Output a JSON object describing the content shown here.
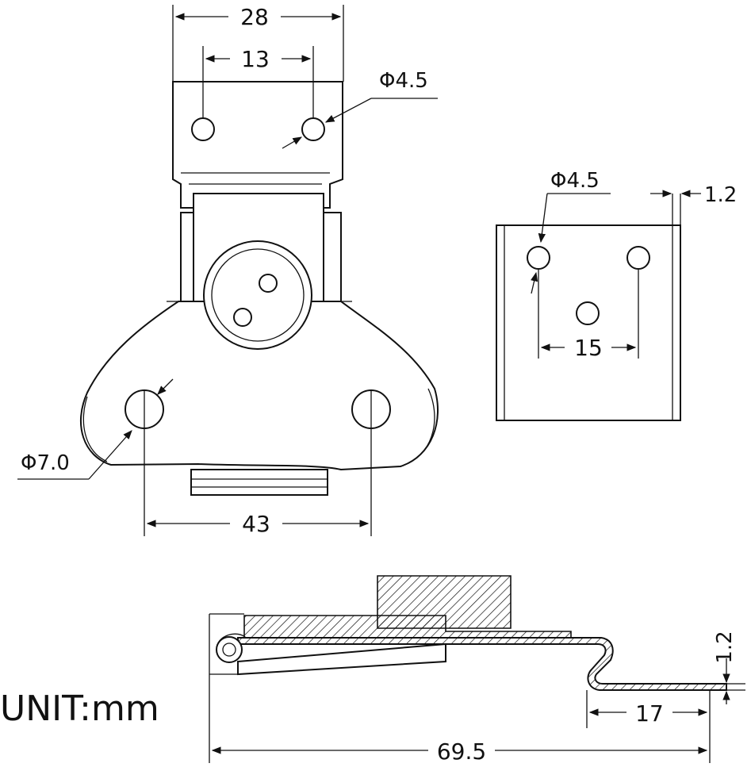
{
  "diagram": {
    "unit_label": "UNIT:mm",
    "top_view": {
      "width_dim": "28",
      "hole_spacing_dim": "13",
      "hole_diameter_dim": "Φ4.5",
      "base_hole_spacing_dim": "43",
      "base_hole_diameter_dim": "Φ7.0"
    },
    "catch_plate": {
      "hole_diameter_dim": "Φ4.5",
      "thickness_dim": "1.2",
      "hole_spacing_dim": "15"
    },
    "side_view": {
      "thickness_dim": "1.2",
      "foot_length_dim": "17",
      "overall_length_dim": "69.5"
    }
  }
}
